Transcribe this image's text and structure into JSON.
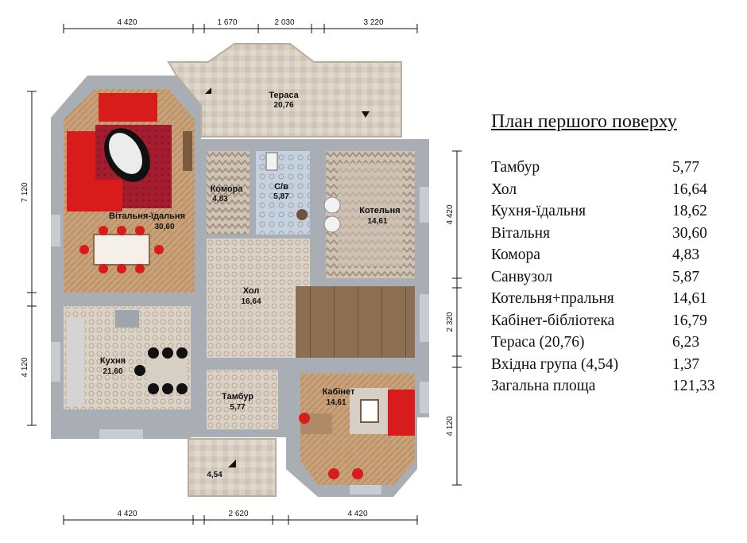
{
  "legend": {
    "title": "План першого поверху",
    "rows": [
      {
        "name": "Тамбур",
        "value": "5,77"
      },
      {
        "name": "Хол",
        "value": "16,64"
      },
      {
        "name": "Кухня-їдальня",
        "value": "18,62"
      },
      {
        "name": "Вітальня",
        "value": "30,60"
      },
      {
        "name": "Комора",
        "value": "4,83"
      },
      {
        "name": "Санвузол",
        "value": "5,87"
      },
      {
        "name": "Котельня+пральня",
        "value": "14,61"
      },
      {
        "name": "Кабінет-бібліотека",
        "value": "16,79"
      },
      {
        "name": "Тераса (20,76)",
        "value": "6,23"
      },
      {
        "name": "Вхідна група (4,54)",
        "value": "1,37"
      },
      {
        "name": "Загальна площа",
        "value": "121,33"
      }
    ]
  },
  "dimensions": {
    "top": [
      "4 420",
      "1 670",
      "2 030",
      "3 220"
    ],
    "bottom": [
      "4 420",
      "2 620",
      "4 420"
    ],
    "left": [
      "7 120",
      "4 120"
    ],
    "right": [
      "4 420",
      "2 320",
      "4 120"
    ]
  },
  "rooms": {
    "terrace": {
      "name": "Тераса",
      "area": "20,76"
    },
    "living": {
      "name": "Вітальня-їдальня",
      "area": "30,60"
    },
    "storage": {
      "name": "Комора",
      "area": "4,83"
    },
    "bathroom": {
      "name": "С/в",
      "area": "5,87"
    },
    "boiler": {
      "name": "Котельня",
      "area": "14,61"
    },
    "hall": {
      "name": "Хол",
      "area": "16,64"
    },
    "kitchen": {
      "name": "Кухня",
      "area": "21,60"
    },
    "vestibule": {
      "name": "Тамбур",
      "area": "5,77"
    },
    "office": {
      "name": "Кабінет",
      "area": "14,61"
    },
    "porch": {
      "area": "4,54"
    }
  },
  "colors": {
    "wall": "#a8aeb3",
    "window": "#c7cdd2",
    "terrace": "#d9cfc3",
    "wood": "#c9a27a",
    "carpet": "#9d1b2b",
    "sofa": "#d81b1b",
    "tile": "#bcc8d6",
    "zigzag": "#c0b3a4",
    "mosaic": "#d8cec2",
    "stairs": "#8c6e52"
  }
}
